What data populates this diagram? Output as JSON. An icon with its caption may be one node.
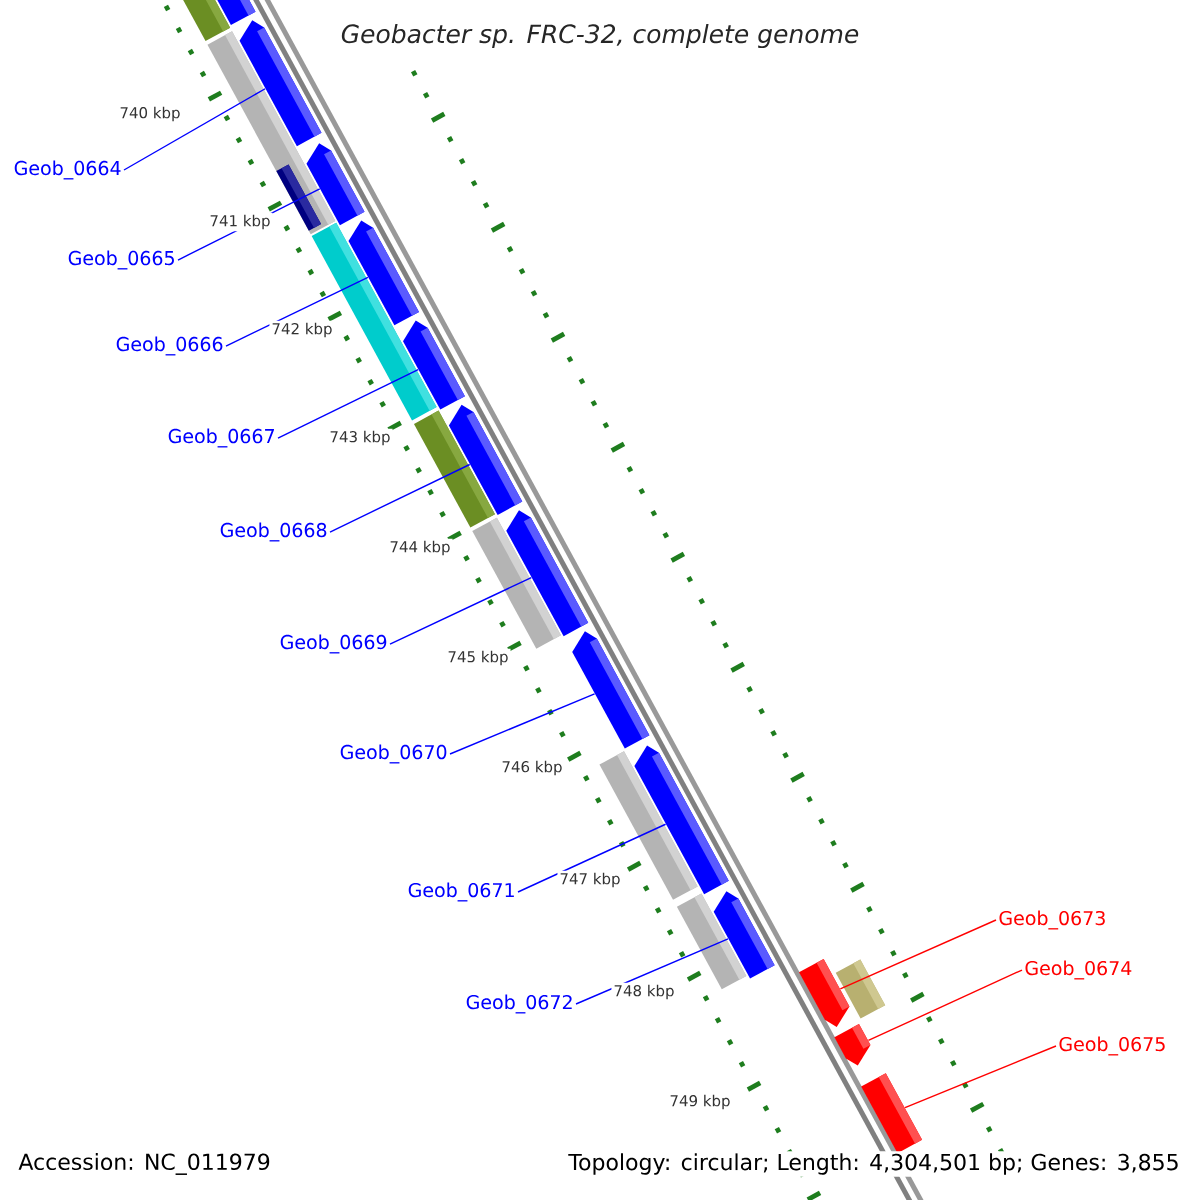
{
  "diagram": {
    "title": "Geobacter sp. FRC-32, complete genome",
    "nodes": [
      {
        "text": [
          "Geob_0664"
        ]
      },
      {
        "text": [
          "Geob_0665"
        ]
      },
      {
        "text": [
          "Geob_0666"
        ]
      },
      {
        "text": [
          "Geob_0667"
        ]
      },
      {
        "text": [
          "Geob_0668"
        ]
      },
      {
        "text": [
          "Geob_0669"
        ]
      },
      {
        "text": [
          "Geob_0670"
        ]
      },
      {
        "text": [
          "Geob_0671"
        ]
      },
      {
        "text": [
          "Geob_0672"
        ]
      },
      {
        "text": [
          "Geob_0673"
        ]
      },
      {
        "text": [
          "Geob_0674"
        ]
      },
      {
        "text": [
          "Geob_0675"
        ]
      },
      {
        "text": [],
        "shape": "arrow"
      },
      {
        "text": [],
        "shape": "arrow"
      },
      {
        "text": [],
        "shape": "arrow"
      },
      {
        "text": [],
        "shape": "arrow"
      },
      {
        "text": [],
        "shape": "arrow"
      },
      {
        "text": [],
        "shape": "arrow"
      },
      {
        "text": [],
        "shape": "arrow"
      },
      {
        "text": [],
        "shape": "arrow"
      },
      {
        "text": [],
        "shape": "arrow"
      },
      {
        "text": [],
        "shape": "arrow"
      },
      {
        "text": [],
        "shape": "arrow"
      },
      {
        "text": [],
        "shape": "arrow"
      },
      {
        "text": [],
        "shape": "arrow"
      }
    ],
    "edges": [
      {
        "from": 0,
        "to": 13,
        "arrow": "none"
      },
      {
        "from": 1,
        "to": 14,
        "arrow": "none"
      },
      {
        "from": 2,
        "to": 15,
        "arrow": "none"
      },
      {
        "from": 3,
        "to": 16,
        "arrow": "none"
      },
      {
        "from": 4,
        "to": 17,
        "arrow": "none"
      },
      {
        "from": 5,
        "to": 18,
        "arrow": "none"
      },
      {
        "from": 6,
        "to": 19,
        "arrow": "none"
      },
      {
        "from": 7,
        "to": 20,
        "arrow": "none"
      },
      {
        "from": 8,
        "to": 21,
        "arrow": "none"
      },
      {
        "from": 9,
        "to": 22,
        "arrow": "none",
        "color": "#ff0000"
      },
      {
        "from": 10,
        "to": 23,
        "arrow": "none",
        "color": "#ff0000"
      },
      {
        "from": 11,
        "to": 24,
        "arrow": "none",
        "color": "#ff0000"
      }
    ],
    "labels": [
      "740 kbp",
      "741 kbp",
      "742 kbp",
      "743 kbp",
      "744 kbp",
      "745 kbp",
      "746 kbp",
      "747 kbp",
      "748 kbp",
      "749 kbp",
      "Accession: NC_011979",
      "Topology: circular; Length: 4,304,501 bp; Genes: 3,855"
    ]
  }
}
